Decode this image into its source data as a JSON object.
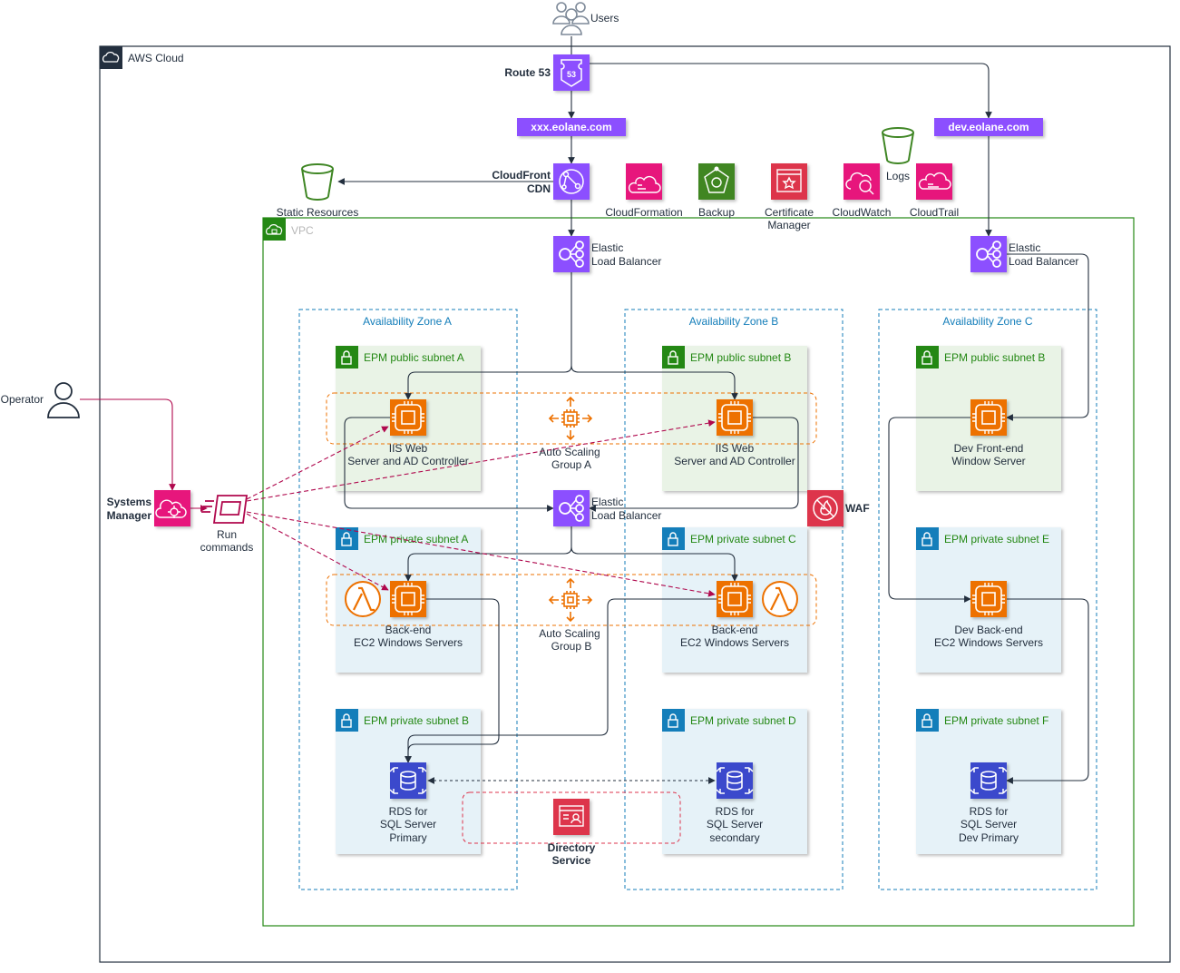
{
  "colors": {
    "aws_cloud_border": "#232f3e",
    "vpc_border": "#248814",
    "az_border": "#147eba",
    "public_subnet_fill": "#e9f3e6",
    "private_subnet_fill": "#e6f2f8",
    "asg_border": "#ed7100",
    "directory_border": "#dd344c",
    "networking_purple": "#8c4fff",
    "compute_orange": "#ed7100",
    "database_blue": "#3b48cc",
    "management_pink": "#e7157b",
    "security_red": "#dd344c",
    "storage_green": "#7aa116",
    "backup_green": "#3f8624",
    "ssm_arrow": "#b0084d"
  },
  "users": {
    "label": "Users",
    "icon": "users-icon"
  },
  "operator": {
    "label": "Operator",
    "icon": "user-icon"
  },
  "aws_cloud": {
    "label": "AWS Cloud",
    "icon": "aws-cloud-icon"
  },
  "route53": {
    "label": "Route 53",
    "icon": "route53-icon"
  },
  "domains": {
    "prod": "xxx.eolane.com",
    "dev": "dev.eolane.com"
  },
  "cloudfront": {
    "label_line1": "CloudFront",
    "label_line2": "CDN",
    "icon": "cloudfront-icon"
  },
  "static_resources": {
    "label": "Static Resources",
    "icon": "s3-bucket-icon"
  },
  "services": {
    "cloudformation": "CloudFormation",
    "backup": "Backup",
    "cert_line1": "Certificate",
    "cert_line2": "Manager",
    "cloudwatch": "CloudWatch",
    "logs": "Logs",
    "cloudtrail": "CloudTrail"
  },
  "vpc": {
    "label": "VPC",
    "icon": "vpc-icon"
  },
  "elb": {
    "line1": "Elastic",
    "line2": "Load Balancer"
  },
  "zones": {
    "a": "Availability Zone A",
    "b": "Availability Zone B",
    "c": "Availability Zone C"
  },
  "subnets": {
    "pub_a": "EPM public subnet A",
    "pub_b": "EPM public subnet B",
    "pub_c": "EPM public subnet B",
    "priv_a": "EPM private subnet A",
    "priv_c": "EPM private subnet C",
    "priv_e": "EPM private subnet E",
    "priv_b": "EPM private subnet B",
    "priv_d": "EPM private subnet D",
    "priv_f": "EPM private subnet F"
  },
  "nodes": {
    "iis_line1": "IIS Web",
    "iis_line2": "Server and AD Controller",
    "asg_a_line1": "Auto Scaling",
    "asg_a_line2": "Group A",
    "asg_b_line1": "Auto Scaling",
    "asg_b_line2": "Group B",
    "backend_line1": "Back-end",
    "backend_line2": "EC2 Windows Servers",
    "dev_front_line1": "Dev Front-end",
    "dev_front_line2": "Window Server",
    "dev_back_line1": "Dev Back-end",
    "dev_back_line2": "EC2 Windows Servers",
    "rds_line1": "RDS for",
    "rds_line2": "SQL Server",
    "rds_primary": "Primary",
    "rds_secondary": "secondary",
    "rds_dev": "Dev Primary",
    "waf": "WAF",
    "directory_line1": "Directory",
    "directory_line2": "Service",
    "ssm_line1": "Systems",
    "ssm_line2": "Manager",
    "run_line1": "Run",
    "run_line2": "commands"
  }
}
